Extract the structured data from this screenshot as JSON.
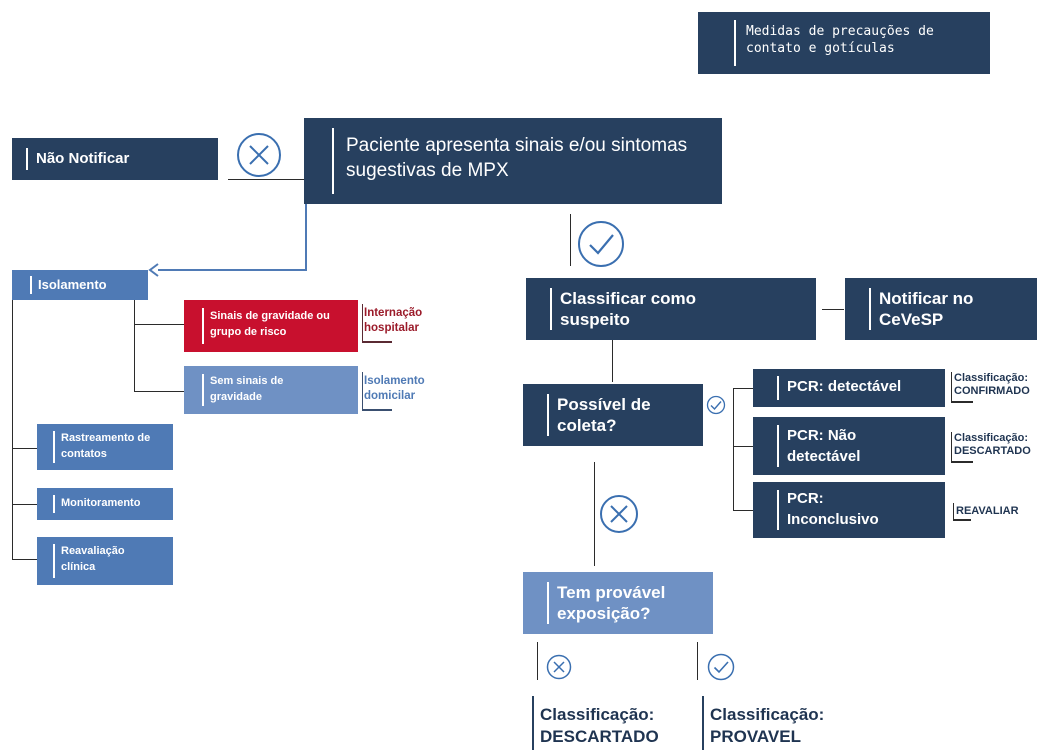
{
  "top_note": "Medidas de precauções de contato e gotículas",
  "main_question": "Paciente apresenta sinais e/ou sintomas sugestivas de MPX",
  "no_notify": "Não Notificar",
  "isolamento": {
    "title": "Isolamento",
    "severe": "Sinais de gravidade ou grupo de risco",
    "severe_outcome": "Internação hospitalar",
    "mild": "Sem sinais de gravidade",
    "mild_outcome": "Isolamento domicilar",
    "tracking": "Rastreamento de contatos",
    "monitoring": "Monitoramento",
    "reeval": "Reavaliação clínica"
  },
  "classify": "Classificar como suspeito",
  "notify_cevesp": "Notificar no CeVeSP",
  "collection_question": "Possível de coleta?",
  "pcr": [
    {
      "label": "PCR: detectável",
      "result_title": "Classificação:",
      "result": "CONFIRMADO"
    },
    {
      "label": "PCR: Não detectável",
      "result_title": "Classificação:",
      "result": "DESCARTADO"
    },
    {
      "label": "PCR: Inconclusivo",
      "result_title": "",
      "result": "REAVALIAR"
    }
  ],
  "exposure_question": "Tem provável exposição?",
  "final": {
    "no_title": "Classificação:",
    "no_value": "DESCARTADO",
    "yes_title": "Classificação:",
    "yes_value": "PROVAVEL"
  },
  "colors": {
    "navy": "#27405f",
    "blue": "#4f7ab5",
    "lightblue": "#6f91c4",
    "red": "#c8102e",
    "icon": "#3a6fb0"
  }
}
